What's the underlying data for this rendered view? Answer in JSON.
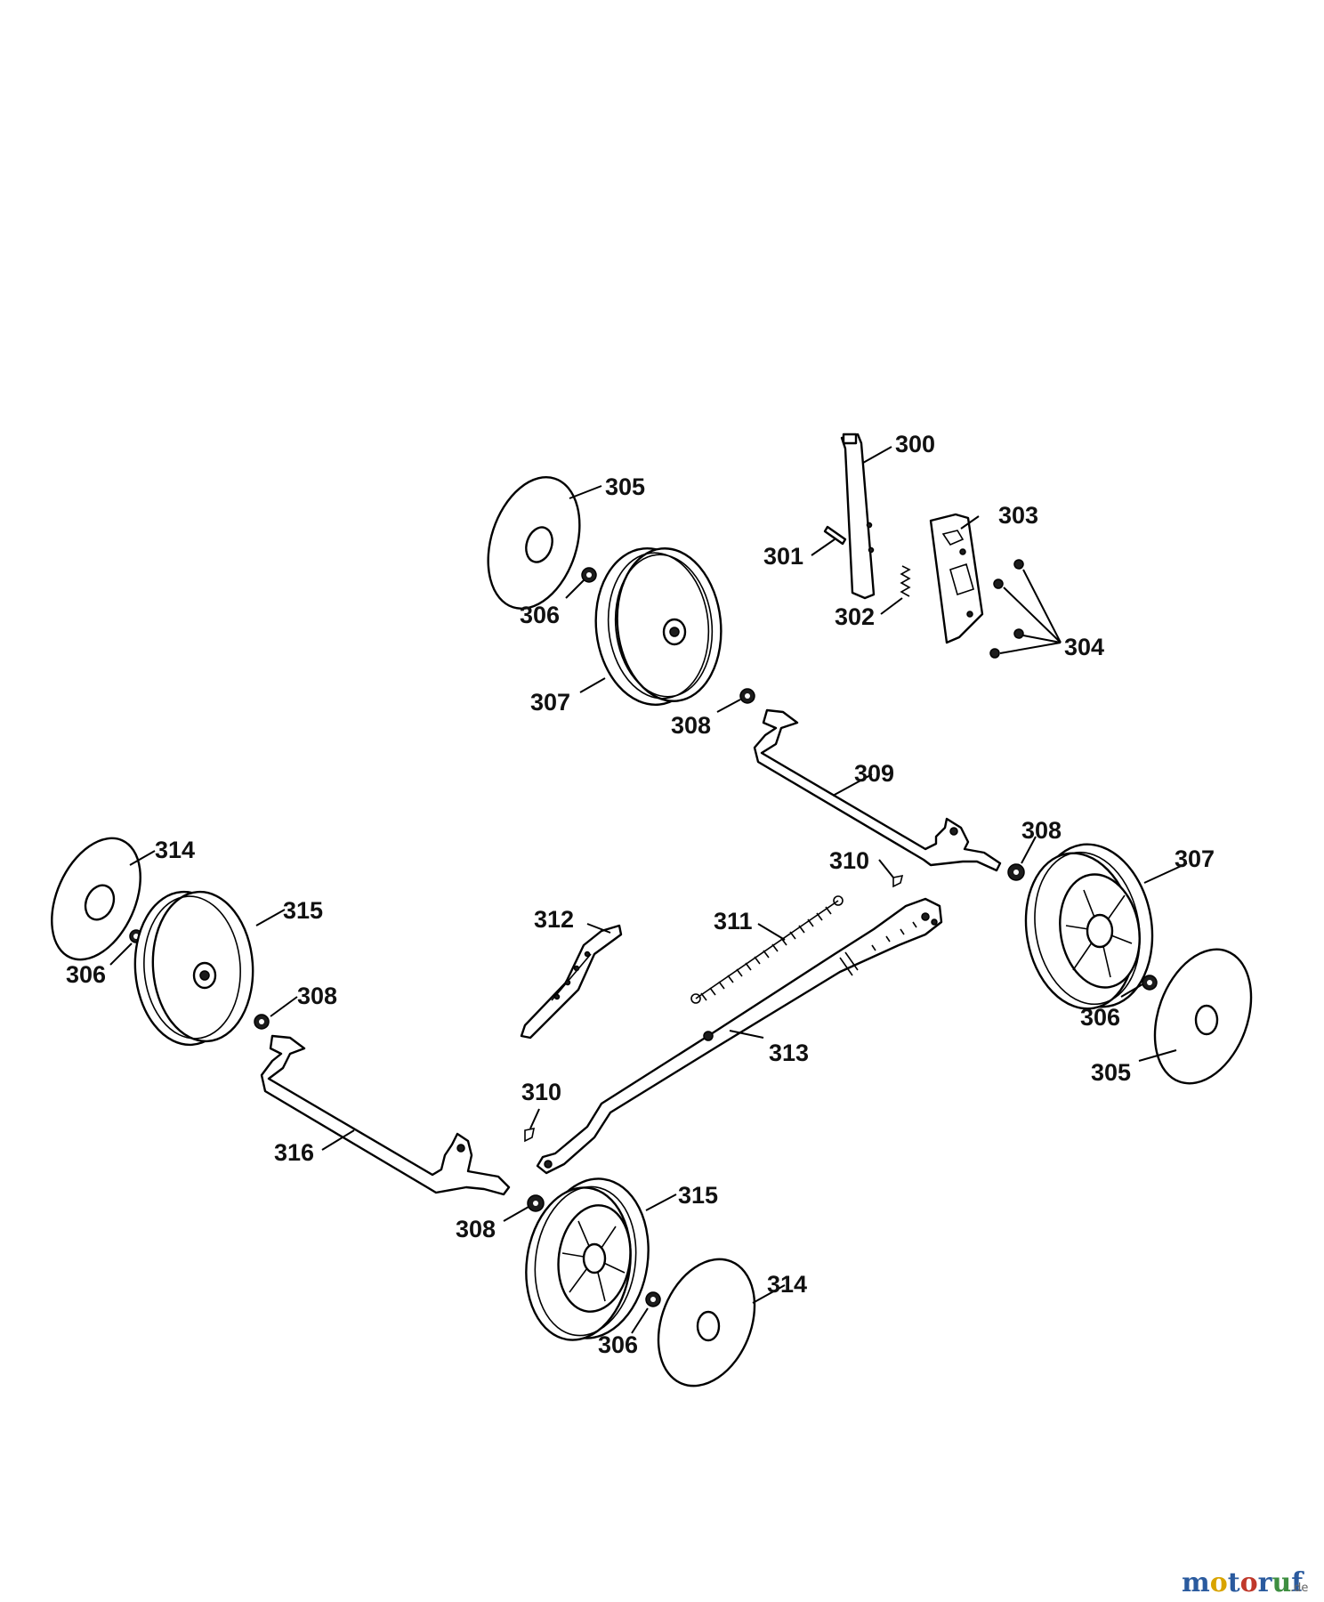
{
  "diagram": {
    "labels": {
      "p300": "300",
      "p301": "301",
      "p302": "302",
      "p303": "303",
      "p304": "304",
      "p305_top": "305",
      "p306_top": "306",
      "p307_top": "307",
      "p308_top": "308",
      "p309": "309",
      "p308_right": "308",
      "p307_right": "307",
      "p310_top": "310",
      "p311": "311",
      "p312": "312",
      "p313": "313",
      "p306_right": "306",
      "p305_right": "305",
      "p314_left": "314",
      "p315_left": "315",
      "p306_left": "306",
      "p308_left": "308",
      "p316": "316",
      "p310_bottom": "310",
      "p308_bottom": "308",
      "p315_bottom": "315",
      "p314_bottom": "314",
      "p306_bottom": "306"
    }
  },
  "watermark": {
    "letters": [
      "m",
      "o",
      "t",
      "o",
      "r",
      "u",
      "f"
    ],
    "letter_colors": [
      "#2a5a9e",
      "#d9a400",
      "#2a5a9e",
      "#c0392b",
      "#2a5a9e",
      "#3e8e41",
      "#2a5a9e"
    ],
    "suffix": ".de"
  }
}
